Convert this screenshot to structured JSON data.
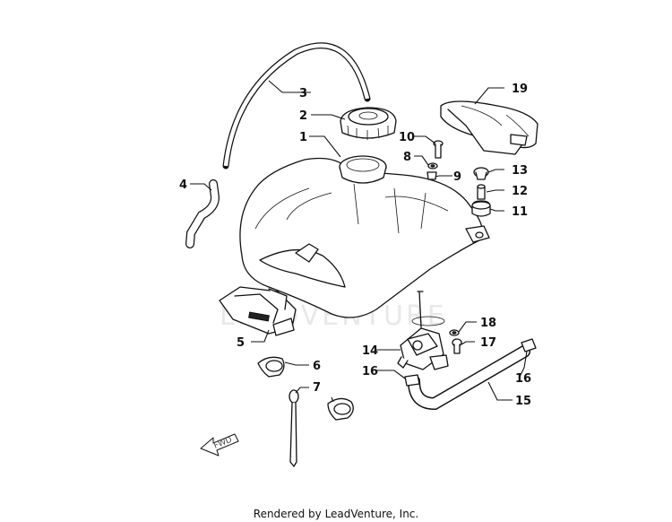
{
  "watermark_text": "LEADVENTURE",
  "forward_arrow_label": "FWD",
  "footer_credit": "Rendered by LeadVenture, Inc.",
  "callouts": [
    "1",
    "2",
    "3",
    "4",
    "5",
    "6",
    "7",
    "8",
    "9",
    "10",
    "11",
    "12",
    "13",
    "14",
    "15",
    "16",
    "16",
    "17",
    "18",
    "19"
  ]
}
